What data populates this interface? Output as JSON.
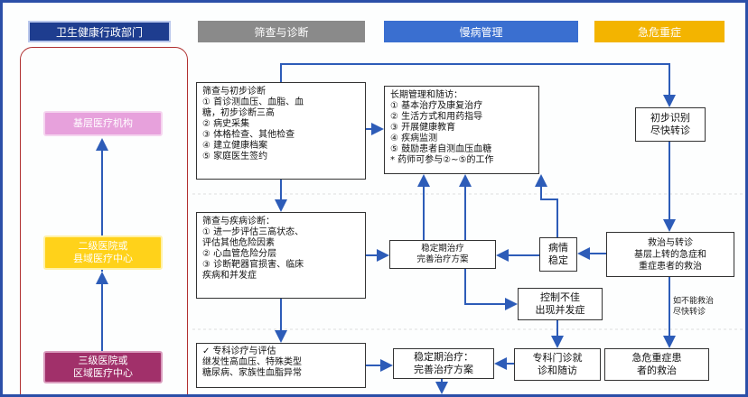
{
  "headers": {
    "admin": "卫生健康行政部门",
    "screening": "筛查与诊断",
    "chronic": "慢病管理",
    "emergency": "急危重症"
  },
  "levels": {
    "primary": "基层医疗机构",
    "secondary": [
      "二级医院或",
      "县域医疗中心"
    ],
    "tertiary": [
      "三级医院或",
      "区域医疗中心"
    ]
  },
  "boxes": {
    "screen1": [
      "筛查与初步诊断",
      "① 首诊测血压、血脂、血",
      "   糖，初步诊断三高",
      "② 病史采集",
      "③ 体格检查、其他检查",
      "④ 建立健康档案",
      "⑤ 家庭医生签约"
    ],
    "longterm": [
      "长期管理和随访：",
      "① 基本治疗及康复治疗",
      "② 生活方式和用药指导",
      "③ 开展健康教育",
      "④ 疾病监测",
      "⑤ 鼓励患者自测血压血糖",
      "* 药师可参与②~⑤的工作"
    ],
    "screen2": [
      "筛查与疾病诊断：",
      "① 进一步评估三高状态、",
      "   评估其他危险因素",
      "② 心血管危险分层",
      "③ 诊断靶器官损害、临床",
      "   疾病和并发症"
    ],
    "specialist": [
      "✓       专科诊疗与评估",
      "继发性高血压、特殊类型",
      "糖尿病、家族性血脂异常"
    ],
    "stable_mid": [
      "稳定期治疗",
      "完善治疗方案"
    ],
    "stable_low": [
      "稳定期治疗：",
      "完善治疗方案"
    ],
    "disease_stable": [
      "病情",
      "稳定"
    ],
    "poor_control": [
      "控制不佳",
      "出现并发症"
    ],
    "specialist_clinic": [
      "专科门诊就",
      "诊和随访"
    ],
    "early_id": [
      "初步识别",
      "尽快转诊"
    ],
    "rescue": [
      "救治与转诊",
      "基层上转的急症和",
      "重症患者的救治"
    ],
    "emergency": [
      "急危重症患",
      "者的救治"
    ]
  },
  "notes": {
    "transfer": [
      "如不能救治",
      "尽快转诊"
    ]
  }
}
